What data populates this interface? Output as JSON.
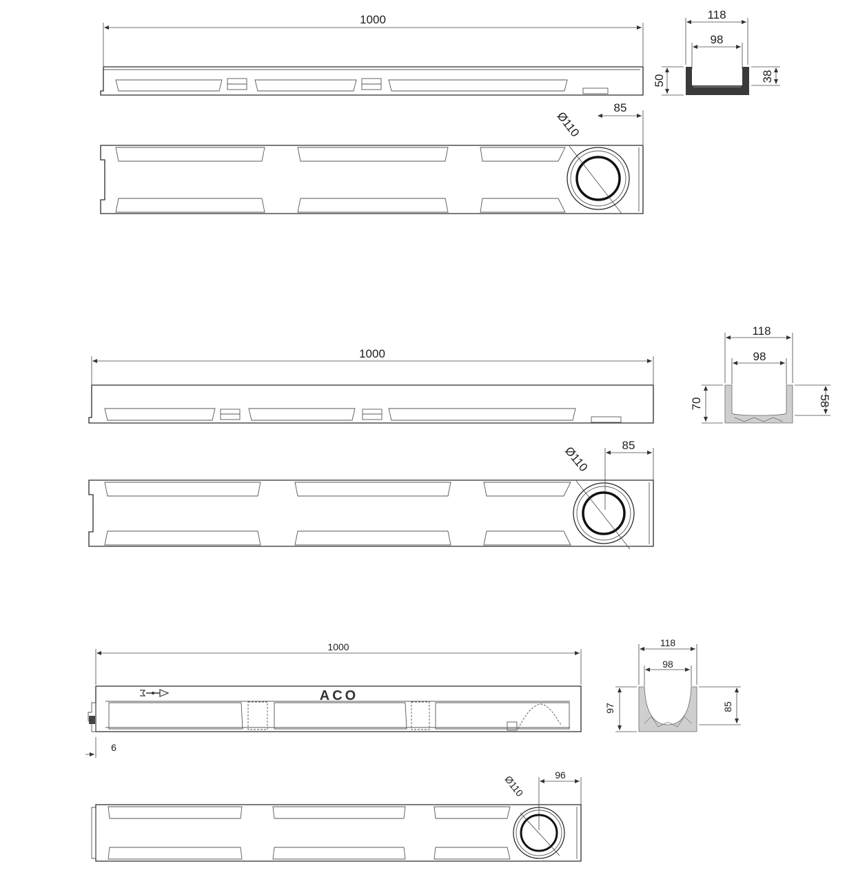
{
  "drawings": [
    {
      "length": "1000",
      "width_outer": "118",
      "width_inner": "98",
      "height_outer": "50",
      "height_inner": "38",
      "outlet_diameter": "Ø110",
      "outlet_offset": "85"
    },
    {
      "length": "1000",
      "width_outer": "118",
      "width_inner": "98",
      "height_outer": "70",
      "height_inner": "58",
      "outlet_diameter": "Ø110",
      "outlet_offset": "85"
    },
    {
      "length": "1000",
      "width_outer": "118",
      "width_inner": "98",
      "height_outer": "97",
      "height_inner": "85",
      "outlet_diameter": "Ø110",
      "outlet_offset": "96",
      "end_offset": "6",
      "brand_mark": "ACO"
    }
  ],
  "colors": {
    "line": "#2a2a2a",
    "background": "#ffffff"
  }
}
